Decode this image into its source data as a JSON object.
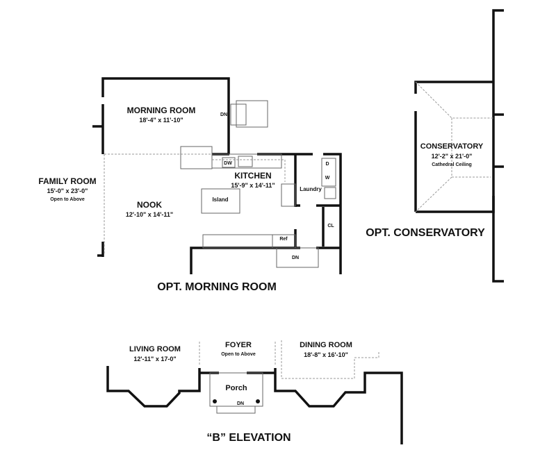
{
  "morning_room": {
    "name": "MORNING ROOM",
    "dims": "18'-4\" x 11'-10\"",
    "stair": "DN"
  },
  "family_room": {
    "name": "FAMILY ROOM",
    "dims": "15'-0\" x 23'-0\"",
    "note": "Open to Above"
  },
  "nook": {
    "name": "NOOK",
    "dims": "12'-10\" x 14'-11\""
  },
  "kitchen": {
    "name": "KITCHEN",
    "dims": "15'-9\" x 14'-11\"",
    "dw": "DW",
    "island": "Island",
    "ref": "Ref",
    "stair": "DN"
  },
  "laundry": {
    "name": "Laundry",
    "dryer": "D",
    "washer": "W",
    "closet": "CL"
  },
  "conservatory": {
    "name": "CONSERVATORY",
    "dims": "12'-2\" x 21'-0\"",
    "note": "Cathedral Ceiling"
  },
  "titles": {
    "morning": "OPT. MORNING ROOM",
    "conservatory": "OPT. CONSERVATORY",
    "elevation": "“B” ELEVATION"
  },
  "living_room": {
    "name": "LIVING ROOM",
    "dims": "12'-11\" x 17-0\""
  },
  "foyer": {
    "name": "FOYER",
    "note": "Open to Above"
  },
  "porch": {
    "name": "Porch",
    "stair": "DN"
  },
  "dining_room": {
    "name": "DINING ROOM",
    "dims": "18'-8\" x 16'-10\""
  }
}
